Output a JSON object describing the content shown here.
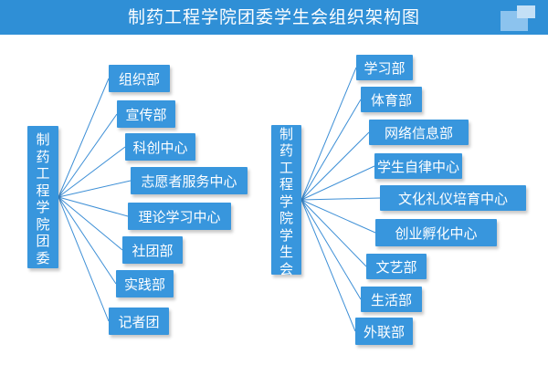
{
  "title": "制药工程学院团委学生会组织架构图",
  "colors": {
    "header": "#2f8fd6",
    "node": "#3896dd",
    "line": "#3d8fd6",
    "text": "#ffffff"
  },
  "left": {
    "root": "制药工程学院团委",
    "children": [
      "组织部",
      "宣传部",
      "科创中心",
      "志愿者服务中心",
      "理论学习中心",
      "社团部",
      "实践部",
      "记者团"
    ]
  },
  "right": {
    "root": "制药工程学院学生会",
    "children": [
      "学习部",
      "体育部",
      "网络信息部",
      "学生自律中心",
      "文化礼仪培育中心",
      "创业孵化中心",
      "文艺部",
      "生活部",
      "外联部"
    ]
  }
}
